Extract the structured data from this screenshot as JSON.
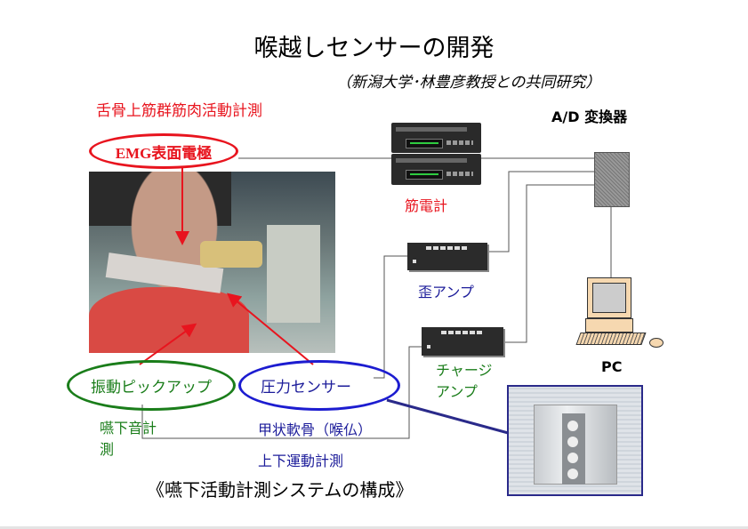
{
  "title": "喉越しセンサーの開発",
  "subtitle": "（新潟大学･林豊彦教授との共同研究）",
  "labels": {
    "emg_measure": "舌骨上筋群筋肉活動計測",
    "emg_electrode": "EMG表面電極",
    "ad_converter": "A/D 変換器",
    "emg_meter": "筋電計",
    "strain_amp": "歪アンプ",
    "charge_amp_1": "チャージ",
    "charge_amp_2": "アンプ",
    "pc": "PC",
    "vibration_pickup": "振動ピックアップ",
    "pressure_sensor": "圧力センサー",
    "swallow_sound_1": "嚥下音計",
    "swallow_sound_2": "測",
    "thyroid": "甲状軟骨（喉仏）",
    "updown": "上下運動計測",
    "caption": "《嚥下活動計測システムの構成》"
  },
  "colors": {
    "red": "#e8141e",
    "navy": "#1c1c9a",
    "green": "#1a7d1a"
  }
}
